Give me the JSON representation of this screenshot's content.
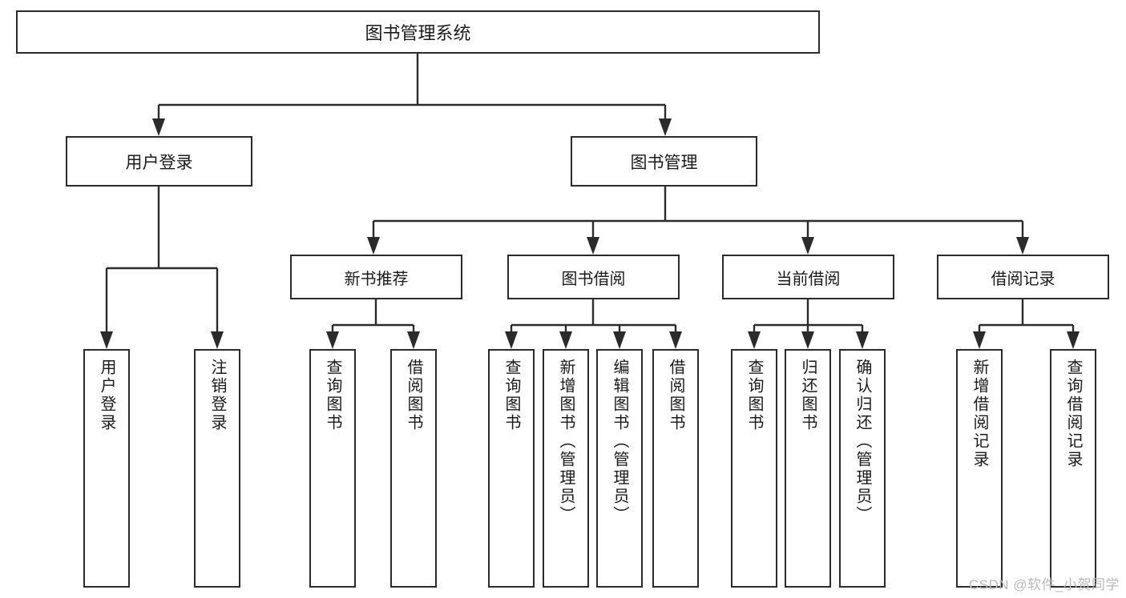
{
  "diagram": {
    "type": "tree",
    "title": "图书管理系统",
    "watermark": "CSDN @软件_小贺同学",
    "colors": {
      "line": "#2b2b2b",
      "box_fill": "#ffffff",
      "text": "#1a1a1a",
      "watermark": "#b9b9b9"
    },
    "root": {
      "label": "图书管理系统"
    },
    "level2": [
      {
        "label": "用户登录"
      },
      {
        "label": "图书管理"
      }
    ],
    "level3": [
      {
        "label": "新书推荐"
      },
      {
        "label": "图书借阅"
      },
      {
        "label": "当前借阅"
      },
      {
        "label": "借阅记录"
      }
    ],
    "leaves": {
      "user_login": [
        {
          "label": "用户登录"
        },
        {
          "label": "注销登录"
        }
      ],
      "new_book": [
        {
          "label": "查询图书"
        },
        {
          "label": "借阅图书"
        }
      ],
      "book_borrow": [
        {
          "label": "查询图书"
        },
        {
          "label": "新增图书（管理员）"
        },
        {
          "label": "编辑图书（管理员）"
        },
        {
          "label": "借阅图书"
        }
      ],
      "current_borrow": [
        {
          "label": "查询图书"
        },
        {
          "label": "归还图书"
        },
        {
          "label": "确认归还（管理员）"
        }
      ],
      "borrow_record": [
        {
          "label": "新增借阅记录"
        },
        {
          "label": "查询借阅记录"
        }
      ]
    }
  }
}
